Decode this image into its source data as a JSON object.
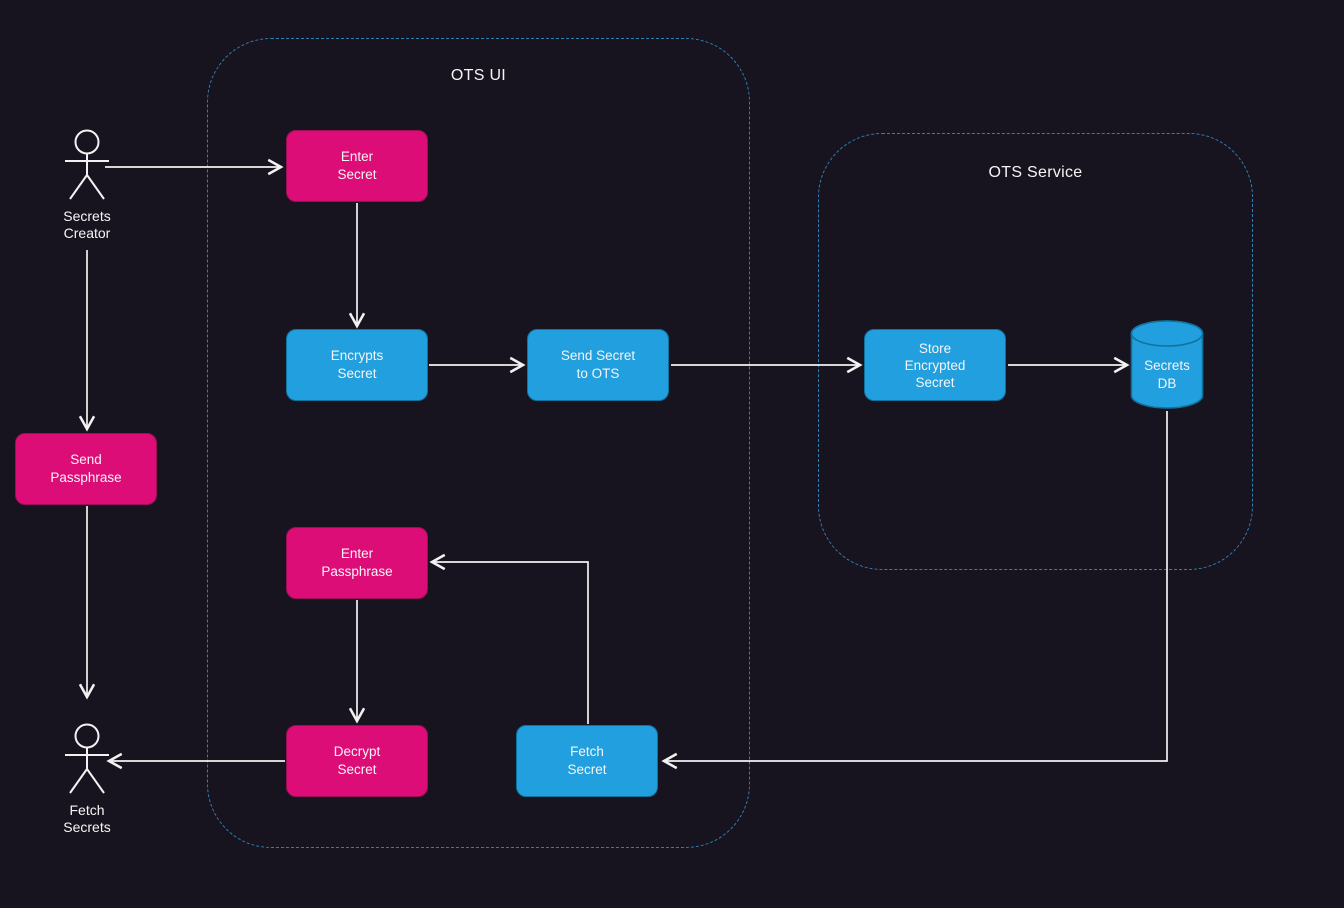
{
  "diagram": {
    "containers": {
      "ots_ui": {
        "title": "OTS UI"
      },
      "ots_service": {
        "title": "OTS Service"
      }
    },
    "actors": {
      "secrets_creator": {
        "label": "Secrets\nCreator"
      },
      "fetch_secrets": {
        "label": "Fetch\nSecrets"
      }
    },
    "nodes": {
      "enter_secret": {
        "label": "Enter\nSecret",
        "color": "pink"
      },
      "encrypts_secret": {
        "label": "Encrypts\nSecret",
        "color": "blue"
      },
      "send_secret_to_ots": {
        "label": "Send Secret\nto OTS",
        "color": "blue"
      },
      "store_encrypted_secret": {
        "label": "Store\nEncrypted\nSecret",
        "color": "blue"
      },
      "secrets_db": {
        "label": "Secrets\nDB",
        "color": "blue",
        "shape": "cylinder"
      },
      "send_passphrase": {
        "label": "Send\nPassphrase",
        "color": "pink"
      },
      "enter_passphrase": {
        "label": "Enter\nPassphrase",
        "color": "pink"
      },
      "decrypt_secret": {
        "label": "Decrypt\nSecret",
        "color": "pink"
      },
      "fetch_secret": {
        "label": "Fetch\nSecret",
        "color": "blue"
      }
    },
    "colors": {
      "background": "#18141f",
      "pink_fill": "#dd0d77",
      "pink_border": "#9c0e58",
      "blue_fill": "#219fde",
      "blue_border": "#10739e",
      "container_border": "#2e7fb5",
      "connector": "#f2f2f2",
      "text": "#f5f5f5"
    }
  }
}
